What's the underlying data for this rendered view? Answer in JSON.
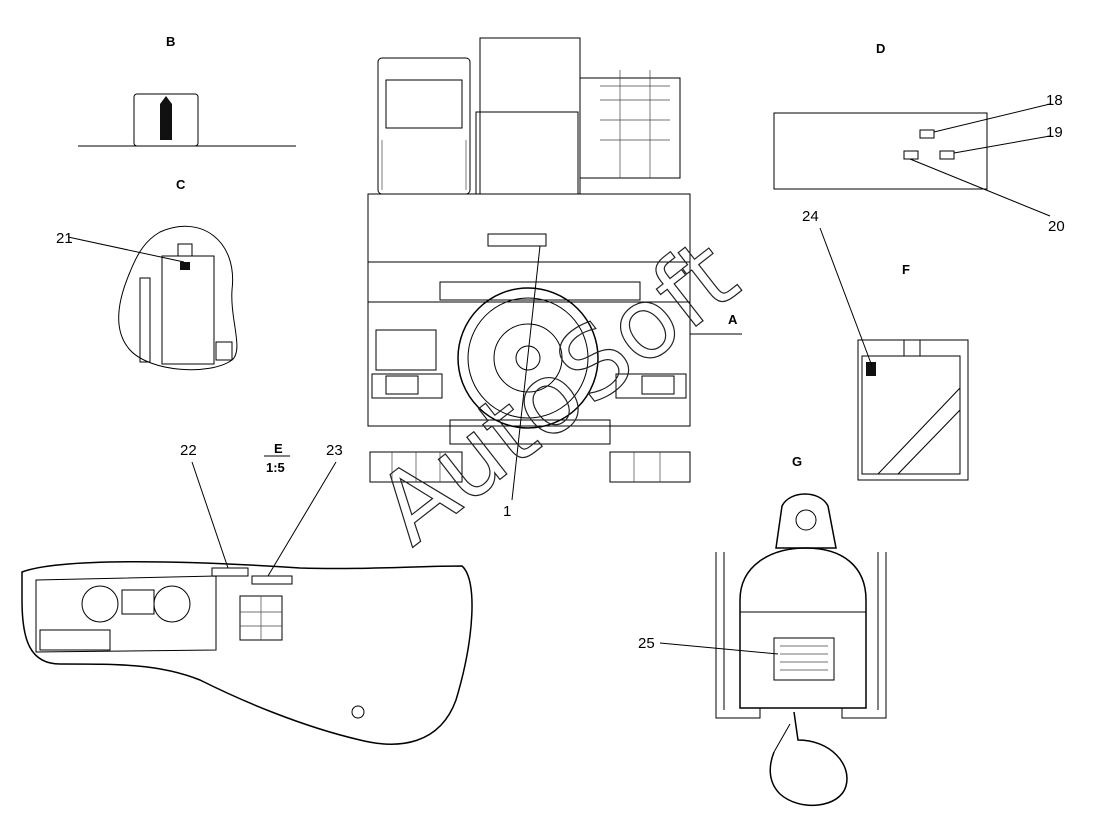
{
  "views": {
    "b": "B",
    "c": "C",
    "d": "D",
    "f": "F",
    "g": "G",
    "a": "A",
    "e": "E",
    "e_scale": "1:5"
  },
  "callouts": {
    "n1": "1",
    "n18": "18",
    "n19": "19",
    "n20": "20",
    "n21": "21",
    "n22": "22",
    "n23": "23",
    "n24": "24",
    "n25": "25"
  },
  "watermark": "AutoSoft"
}
